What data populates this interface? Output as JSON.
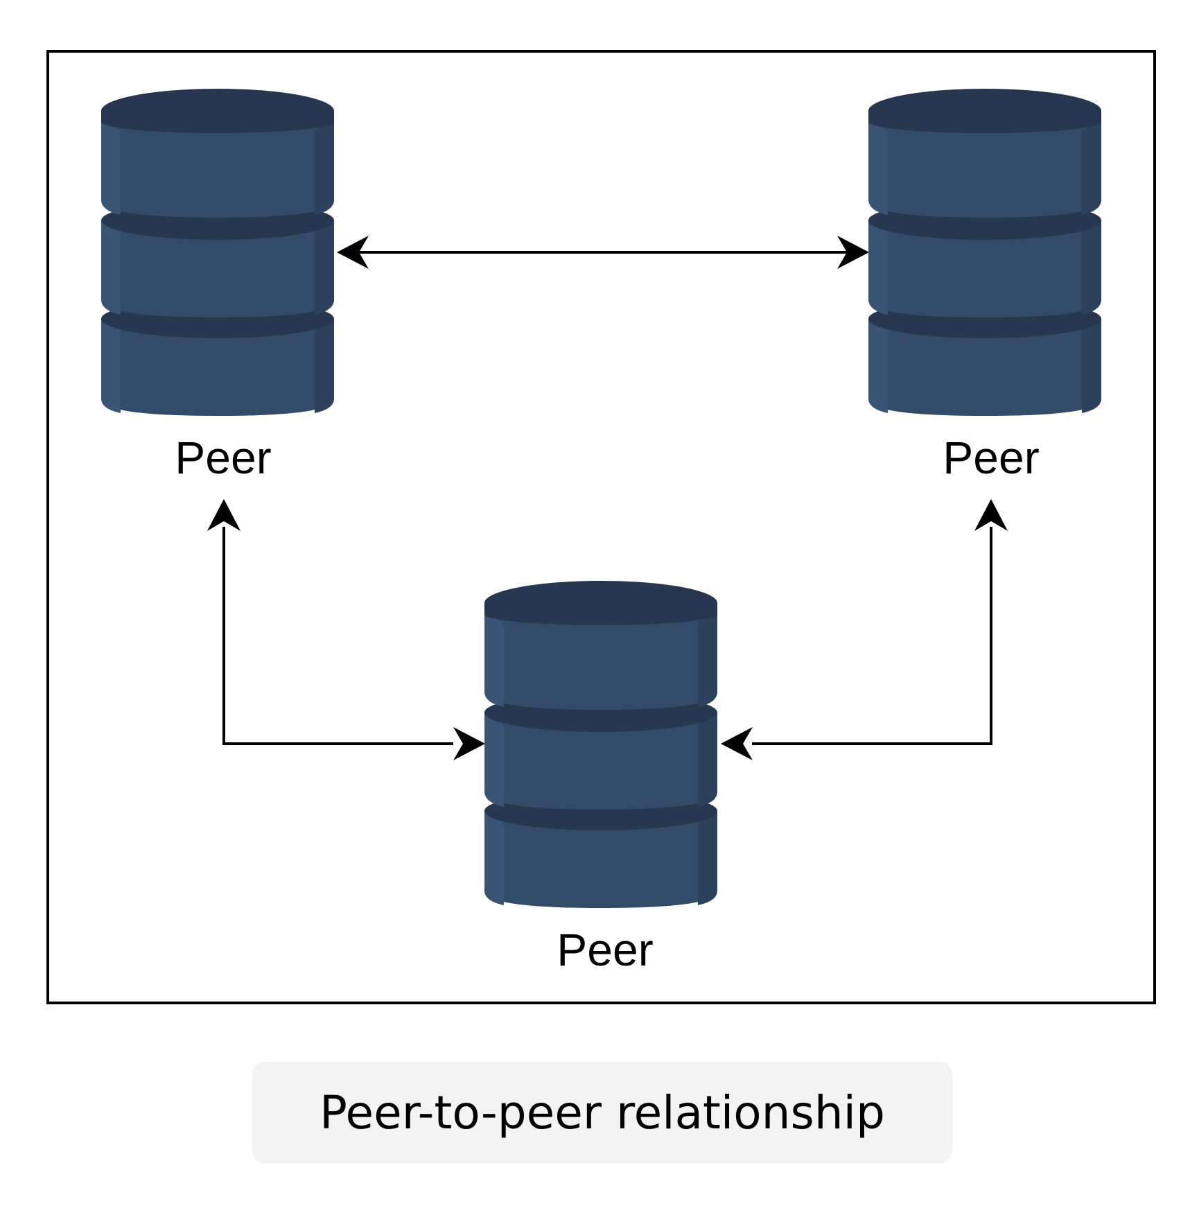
{
  "diagram": {
    "nodes": [
      {
        "id": "peer-top-left",
        "label": "Peer",
        "icon": "database-icon"
      },
      {
        "id": "peer-top-right",
        "label": "Peer",
        "icon": "database-icon"
      },
      {
        "id": "peer-bottom-center",
        "label": "Peer",
        "icon": "database-icon"
      }
    ],
    "edges": [
      {
        "from": "peer-top-left",
        "to": "peer-top-right",
        "direction": "bidirectional"
      },
      {
        "from": "peer-top-left",
        "to": "peer-bottom-center",
        "direction": "bidirectional"
      },
      {
        "from": "peer-top-right",
        "to": "peer-bottom-center",
        "direction": "bidirectional"
      }
    ]
  },
  "caption": "Peer-to-peer relationship",
  "colors": {
    "db_body": "#324b69",
    "db_dark": "#26374f",
    "db_side_light": "#3a5475",
    "db_side_shadow": "#2c415c",
    "stroke": "#000000",
    "caption_bg": "#f3f3f3"
  }
}
